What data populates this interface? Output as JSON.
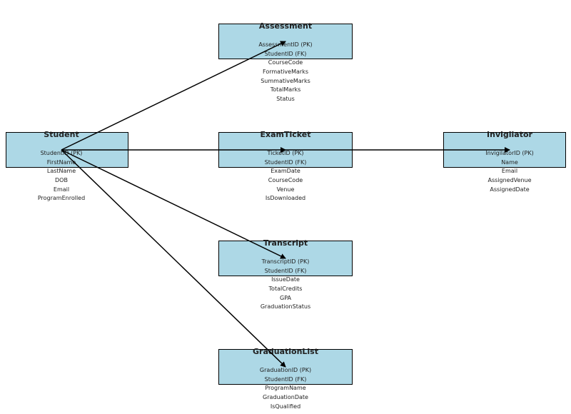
{
  "entities": [
    {
      "key": "student",
      "name": "Student",
      "fields": [
        "StudentID (PK)",
        "FirstName",
        "LastName",
        "DOB",
        "Email",
        "ProgramEnrolled"
      ]
    },
    {
      "key": "assessment",
      "name": "Assessment",
      "fields": [
        "AssessmentID (PK)",
        "StudentID (FK)",
        "CourseCode",
        "FormativeMarks",
        "SummativeMarks",
        "TotalMarks",
        "Status"
      ]
    },
    {
      "key": "examticket",
      "name": "ExamTicket",
      "fields": [
        "TicketID (PK)",
        "StudentID (FK)",
        "ExamDate",
        "CourseCode",
        "Venue",
        "IsDownloaded"
      ]
    },
    {
      "key": "invigilator",
      "name": "Invigilator",
      "fields": [
        "InvigilatorID (PK)",
        "Name",
        "Email",
        "AssignedVenue",
        "AssignedDate"
      ]
    },
    {
      "key": "transcript",
      "name": "Transcript",
      "fields": [
        "TranscriptID (PK)",
        "StudentID (FK)",
        "IssueDate",
        "TotalCredits",
        "GPA",
        "GraduationStatus"
      ]
    },
    {
      "key": "graduationlist",
      "name": "GraduationList",
      "fields": [
        "GraduationID (PK)",
        "StudentID (FK)",
        "ProgramName",
        "GraduationDate",
        "IsQualified"
      ]
    }
  ],
  "relationships": [
    {
      "from": "student",
      "to": "assessment"
    },
    {
      "from": "student",
      "to": "examticket"
    },
    {
      "from": "student",
      "to": "transcript"
    },
    {
      "from": "student",
      "to": "graduationlist"
    },
    {
      "from": "examticket",
      "to": "invigilator"
    }
  ],
  "colors": {
    "box_fill": "#add8e6",
    "box_border": "#000000",
    "text": "#222222",
    "arrow": "#000000"
  }
}
